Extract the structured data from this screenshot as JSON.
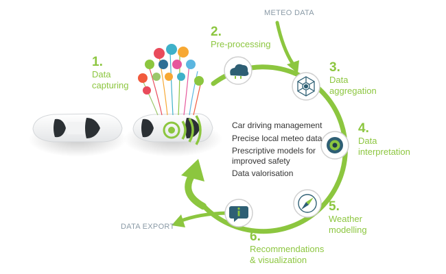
{
  "colors": {
    "accent": "#8cc63f",
    "icon_border": "#b5b5b5",
    "flow_text": "#8a9aa6",
    "text": "#333333"
  },
  "flows": {
    "meteo_data": "METEO DATA",
    "data_export": "DATA EXPORT"
  },
  "steps": [
    {
      "num": "1.",
      "label": "Data\ncapturing"
    },
    {
      "num": "2.",
      "label": "Pre-processing",
      "icon": "cloud-icon"
    },
    {
      "num": "3.",
      "label": "Data\naggregation",
      "icon": "network-icon"
    },
    {
      "num": "4.",
      "label": "Data\ninterpretation",
      "icon": "eye-icon"
    },
    {
      "num": "5.",
      "label": "Weather\nmodelling",
      "icon": "compass-icon"
    },
    {
      "num": "6.",
      "label": "Recommendations\n& visualization",
      "icon": "info-icon"
    }
  ],
  "features": [
    "Car driving management",
    "Precise local meteo data",
    "Prescriptive models for\nimproved safety",
    "Data valorisation"
  ],
  "sensor_bubble_icons": [
    "temperature-icon",
    "wifi-icon",
    "car-icon",
    "traffic-light-icon",
    "road-icon",
    "gps-icon",
    "fuel-icon",
    "battery-icon",
    "settings-icon",
    "wiper-icon",
    "lights-icon",
    "speed-icon",
    "camera-icon"
  ]
}
